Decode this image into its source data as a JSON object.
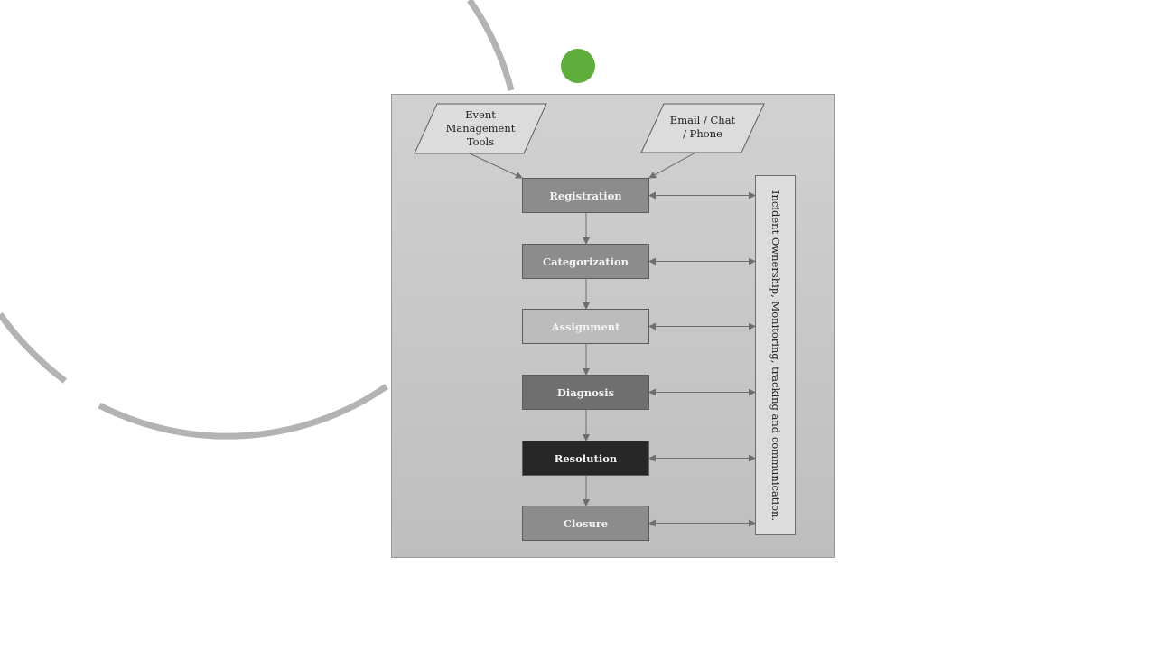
{
  "inputs": {
    "event_tools": "Event Management Tools",
    "event_tools_lines": [
      "Event",
      "Management",
      "Tools"
    ],
    "contact": "Email / Chat / Phone",
    "contact_lines": [
      "Email / Chat",
      "/ Phone"
    ]
  },
  "steps": [
    {
      "label": "Registration",
      "fill": "#8c8c8c"
    },
    {
      "label": "Categorization",
      "fill": "#8c8c8c"
    },
    {
      "label": "Assignment",
      "fill": "#bcbcbc"
    },
    {
      "label": "Diagnosis",
      "fill": "#6f6f6f"
    },
    {
      "label": "Resolution",
      "fill": "#272727"
    },
    {
      "label": "Closure",
      "fill": "#8c8c8c"
    }
  ],
  "side_label": "Incident Ownership, Monitoring, tracking and communication.",
  "colors": {
    "accent_dot": "#5fae3c",
    "decor_ring": "#b3b3b3",
    "arrow": "#6e6e6e"
  }
}
